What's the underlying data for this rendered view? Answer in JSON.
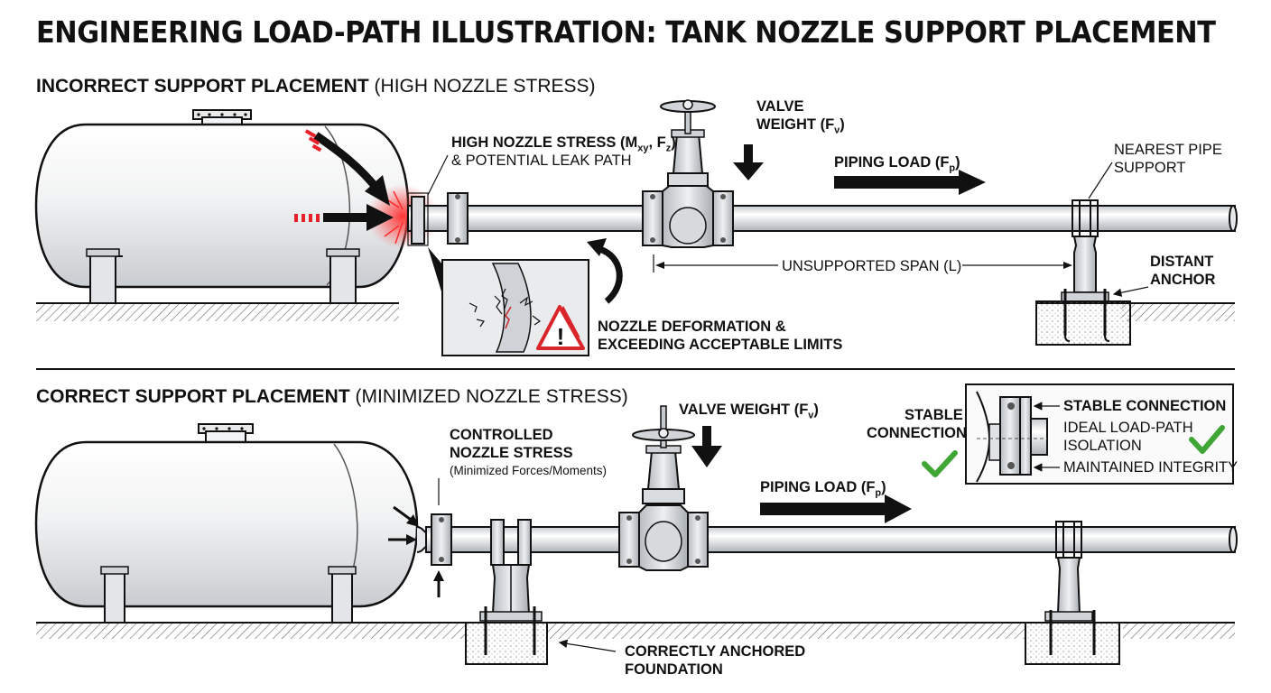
{
  "title": "ENGINEERING LOAD-PATH ILLUSTRATION: TANK NOZZLE SUPPORT PLACEMENT",
  "incorrect": {
    "heading": "INCORRECT SUPPORT PLACEMENT",
    "heading_note": "(HIGH NOZZLE STRESS)",
    "high_stress_line1": "HIGH NOZZLE STRESS (M",
    "high_stress_sub1": "xy",
    "high_stress_mid": ", F",
    "high_stress_sub2": "z",
    "high_stress_end": ")",
    "high_stress_line2": "& POTENTIAL LEAK PATH",
    "valve_weight_line1": "VALVE",
    "valve_weight_line2": "WEIGHT (F",
    "valve_weight_sub": "v",
    "valve_weight_end": ")",
    "piping_load": "PIPING LOAD (F",
    "piping_load_sub": "p",
    "piping_load_end": ")",
    "nearest_support_line1": "NEAREST PIPE",
    "nearest_support_line2": "SUPPORT",
    "unsupported_span": "UNSUPPORTED SPAN (L)",
    "distant_anchor_line1": "DISTANT",
    "distant_anchor_line2": "ANCHOR",
    "deformation_line1": "NOZZLE DEFORMATION &",
    "deformation_line2": "EXCEEDING ACCEPTABLE LIMITS",
    "warning_symbol": "!"
  },
  "correct": {
    "heading": "CORRECT SUPPORT PLACEMENT",
    "heading_note": "(MINIMIZED NOZZLE STRESS)",
    "controlled_line1": "CONTROLLED",
    "controlled_line2": "NOZZLE STRESS",
    "controlled_line3": "(Minimized Forces/Moments)",
    "valve_weight": "VALVE WEIGHT (F",
    "valve_weight_sub": "v",
    "valve_weight_end": ")",
    "piping_load": "PIPING LOAD (F",
    "piping_load_sub": "p",
    "piping_load_end": ")",
    "stable_line1": "STABLE",
    "stable_line2": "CONNECTION",
    "inset_stable": "STABLE CONNECTION",
    "inset_ideal_line1": "IDEAL LOAD-PATH",
    "inset_ideal_line2": "ISOLATION",
    "inset_integrity": "MAINTAINED INTEGRITY",
    "anchored_line1": "CORRECTLY ANCHORED",
    "anchored_line2": "FOUNDATION"
  },
  "colors": {
    "stress_red": "#e8202a",
    "check_green": "#3fa535",
    "warning_red": "#d9262b",
    "steel": "#e2e4e7"
  },
  "icons": [
    "check-icon",
    "warning-icon",
    "crack-icon",
    "force-arrow-icon"
  ]
}
